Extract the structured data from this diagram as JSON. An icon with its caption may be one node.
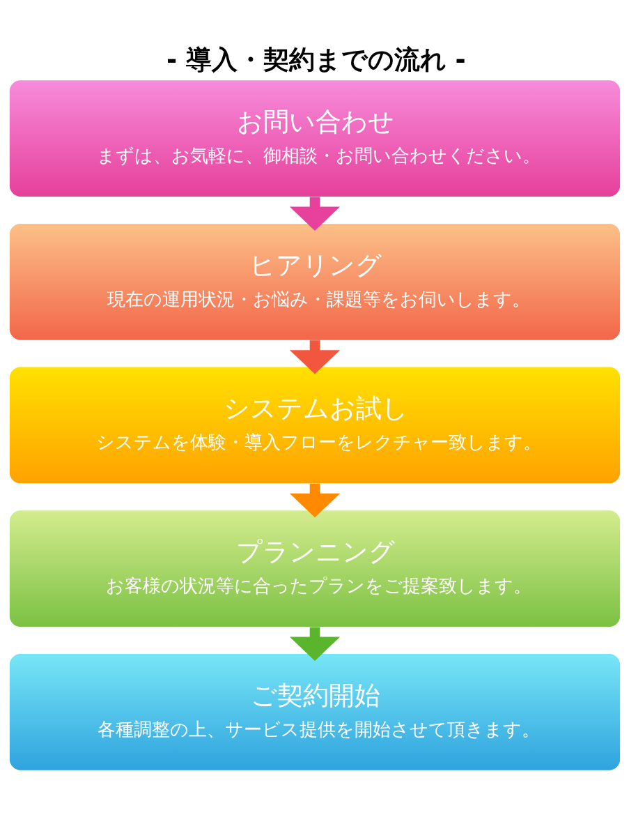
{
  "diagram": {
    "title": "- 導入・契約までの流れ -",
    "nodes": [
      {
        "text": [
          "お問い合わせ",
          "まずは、お気軽に、御相談・お問い合わせください。"
        ]
      },
      {
        "text": [
          "ヒアリング",
          "現在の運用状況・お悩み・課題等をお伺いします。"
        ]
      },
      {
        "text": [
          "システムお試し",
          "システムを体験・導入フローをレクチャー致します。"
        ]
      },
      {
        "text": [
          "プランニング",
          "お客様の状況等に合ったプランをご提案致します。"
        ]
      },
      {
        "text": [
          "ご契約開始",
          "各種調整の上、サービス提供を開始させて頂きます。"
        ]
      }
    ],
    "edges": [
      {
        "from": 0,
        "to": 1,
        "arrow": "to",
        "color": "#e8419c"
      },
      {
        "from": 1,
        "to": 2,
        "arrow": "to",
        "color": "#f2563e"
      },
      {
        "from": 2,
        "to": 3,
        "arrow": "to",
        "color": "#ff8a00"
      },
      {
        "from": 3,
        "to": 4,
        "arrow": "to",
        "color": "#5ab52c"
      }
    ]
  }
}
